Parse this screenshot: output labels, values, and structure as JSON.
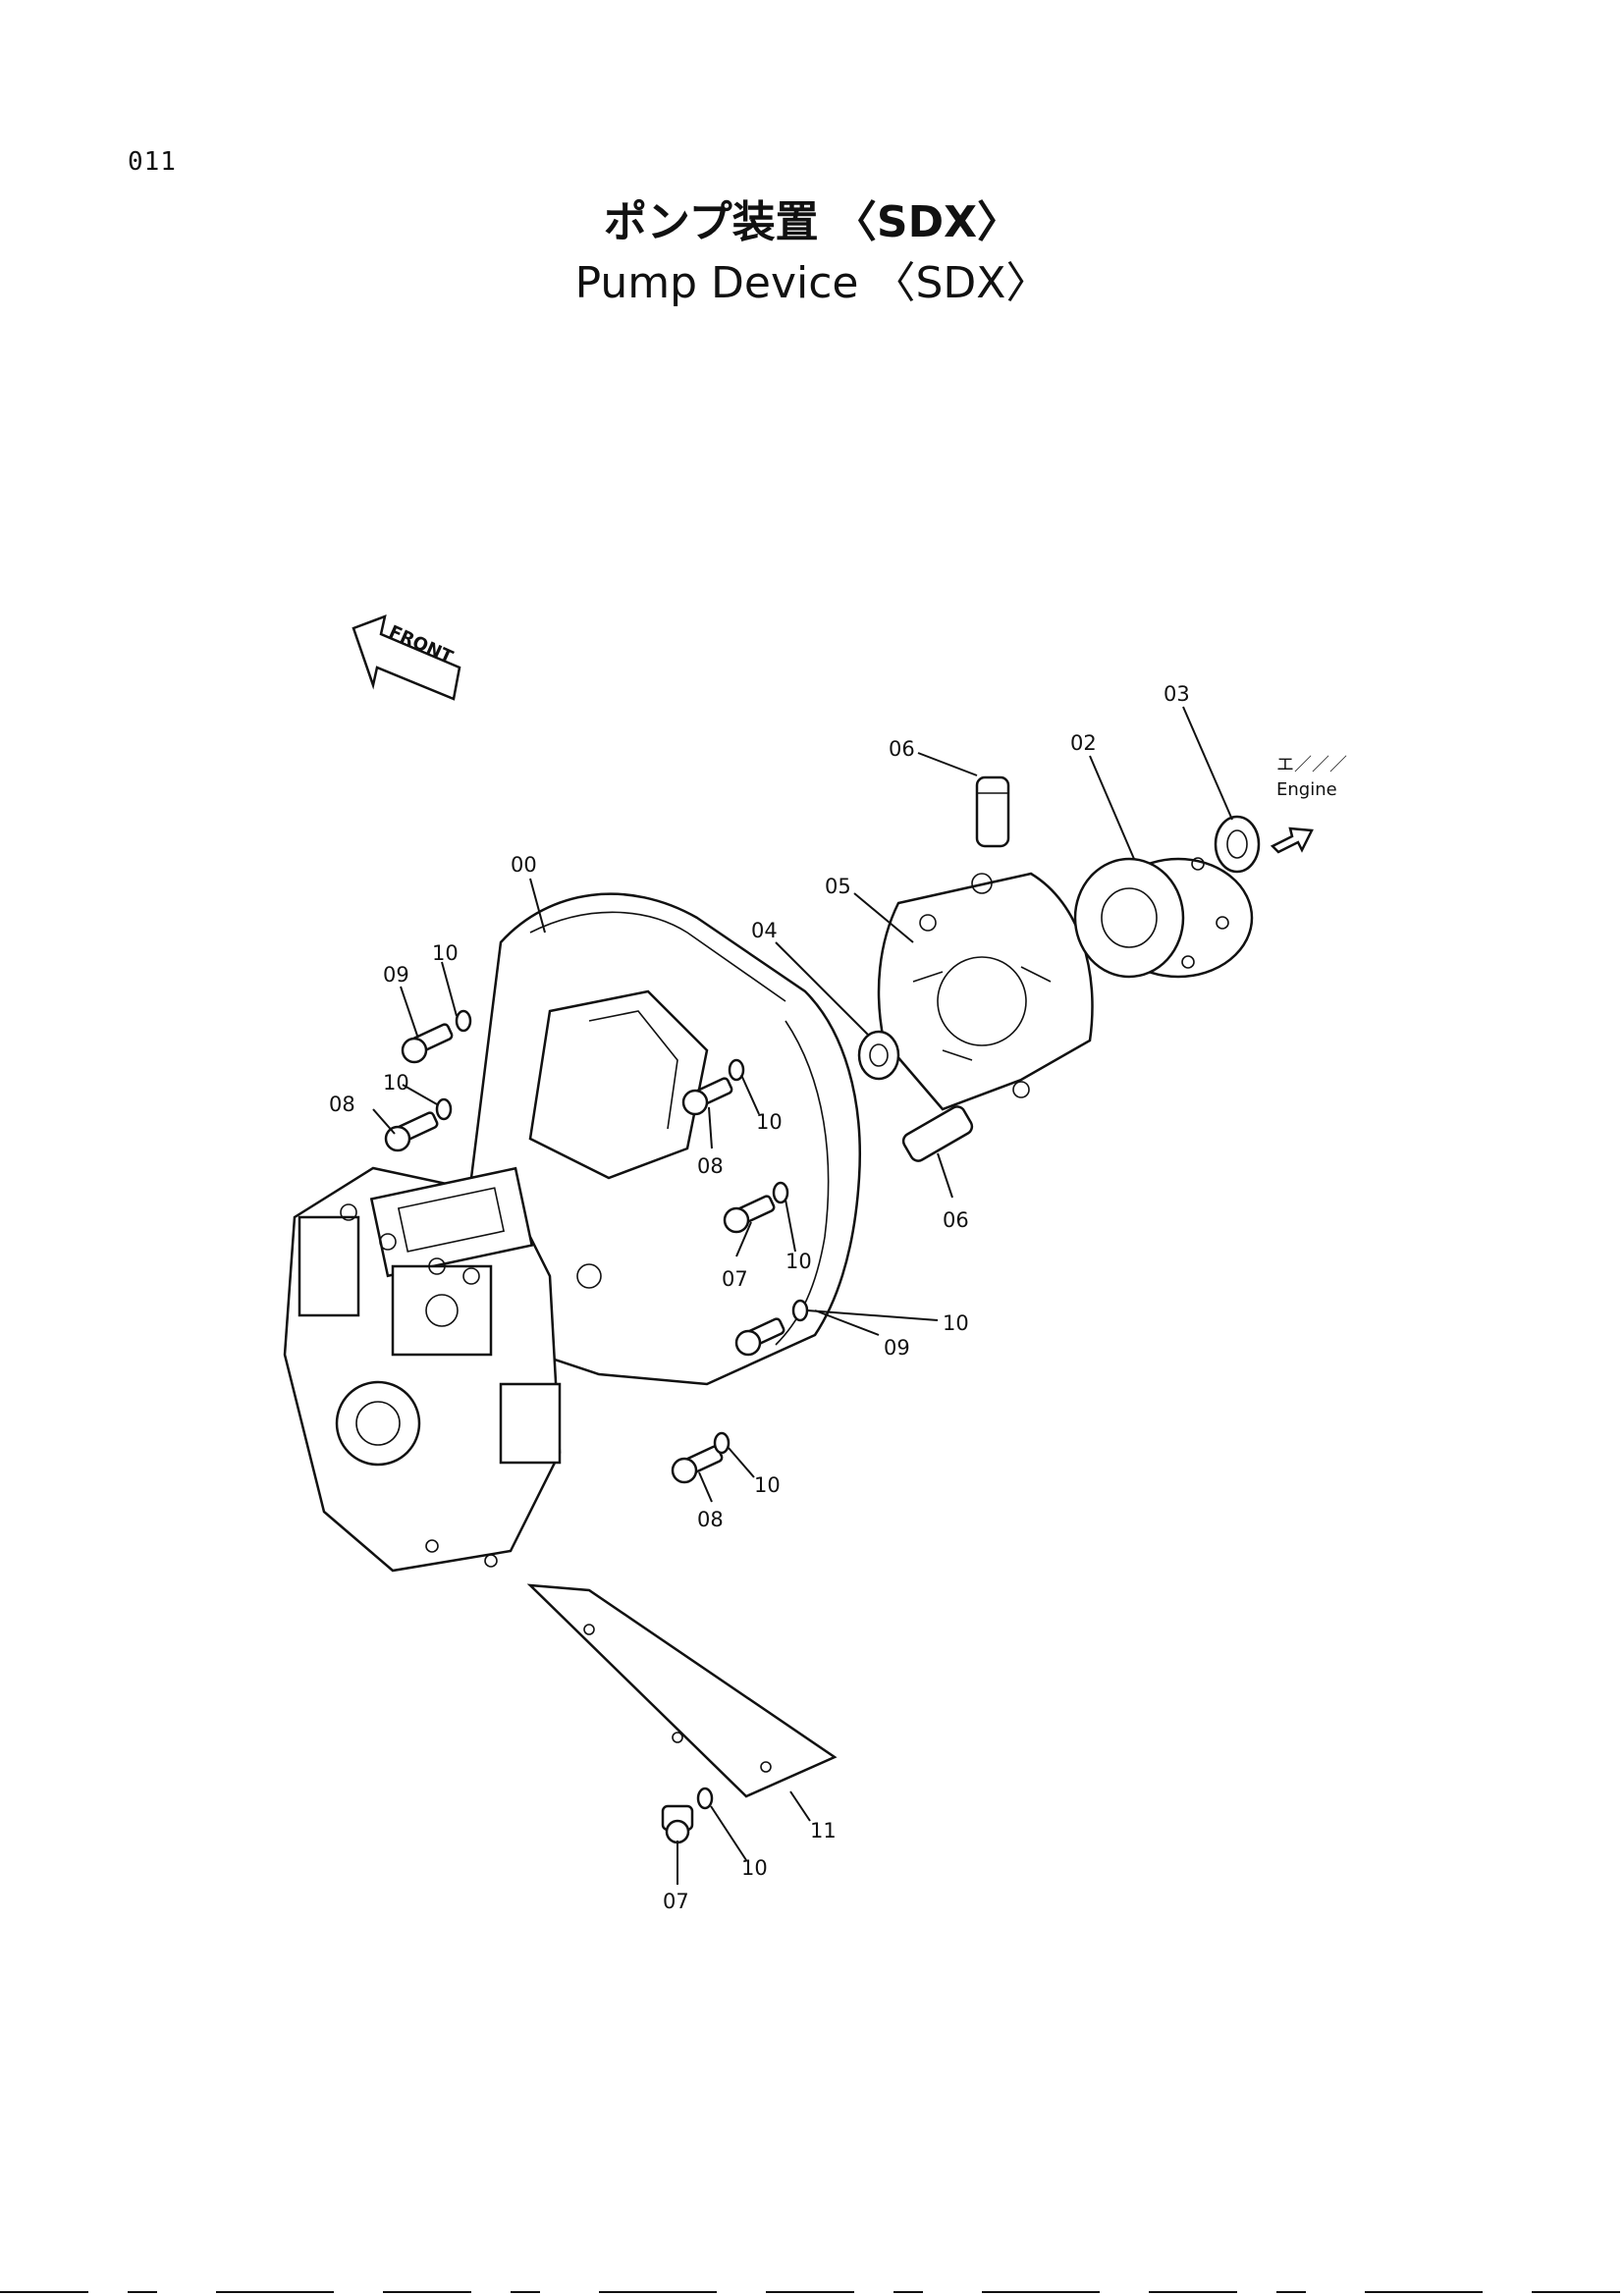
{
  "page_number": "011",
  "title_jp": "ポンプ装置 〈SDX〉",
  "title_en": "Pump Device 〈SDX〉",
  "direction_labels": {
    "front": "FRONT",
    "engine_jp": "エ／／／",
    "engine_en": "Engine"
  },
  "callouts": {
    "c00": "00",
    "c02": "02",
    "c03": "03",
    "c04": "04",
    "c05": "05",
    "c06a": "06",
    "c06b": "06",
    "c07a": "07",
    "c07b": "07",
    "c08a": "08",
    "c08b": "08",
    "c08c": "08",
    "c09a": "09",
    "c09b": "09",
    "c10a": "10",
    "c10b": "10",
    "c10c": "10",
    "c10d": "10",
    "c10e": "10",
    "c10f": "10",
    "c10g": "10",
    "c11": "11"
  }
}
